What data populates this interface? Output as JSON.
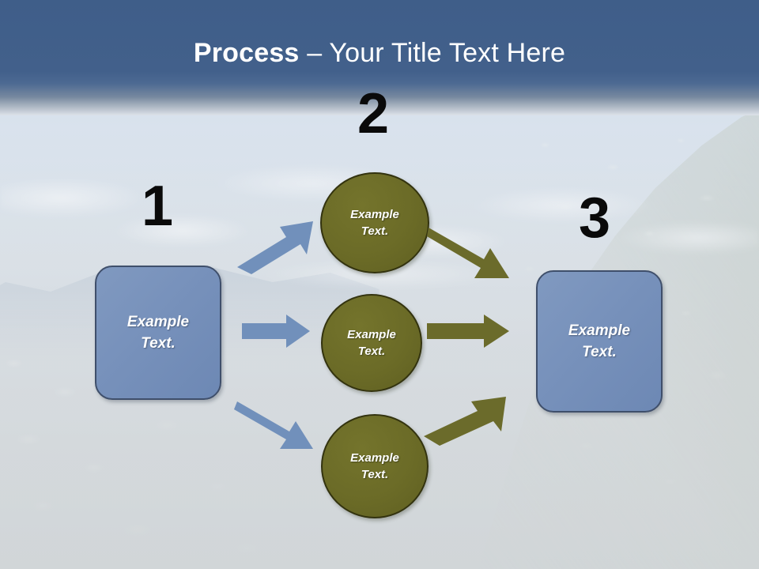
{
  "slide": {
    "title": {
      "strong": "Process",
      "rest": " – Your Title Text Here"
    }
  },
  "steps": [
    {
      "number": "1",
      "label": "Example\nText."
    },
    {
      "number": "2",
      "label": "Example\nText."
    },
    {
      "number": "3",
      "label": "Example\nText."
    }
  ],
  "branches": [
    {
      "label": "Example\nText."
    },
    {
      "label": "Example\nText."
    },
    {
      "label": "Example\nText."
    }
  ],
  "colors": {
    "banner": "#3f5e89",
    "box_fill": "#7791bb",
    "box_border": "#3f4f6b",
    "circle_fill": "#6b6b27",
    "circle_border": "#33330f",
    "arrow_blue": "#7190bb",
    "arrow_olive": "#6b6b2b",
    "numeral": "#0a0a0a",
    "title_text": "#ffffff"
  }
}
